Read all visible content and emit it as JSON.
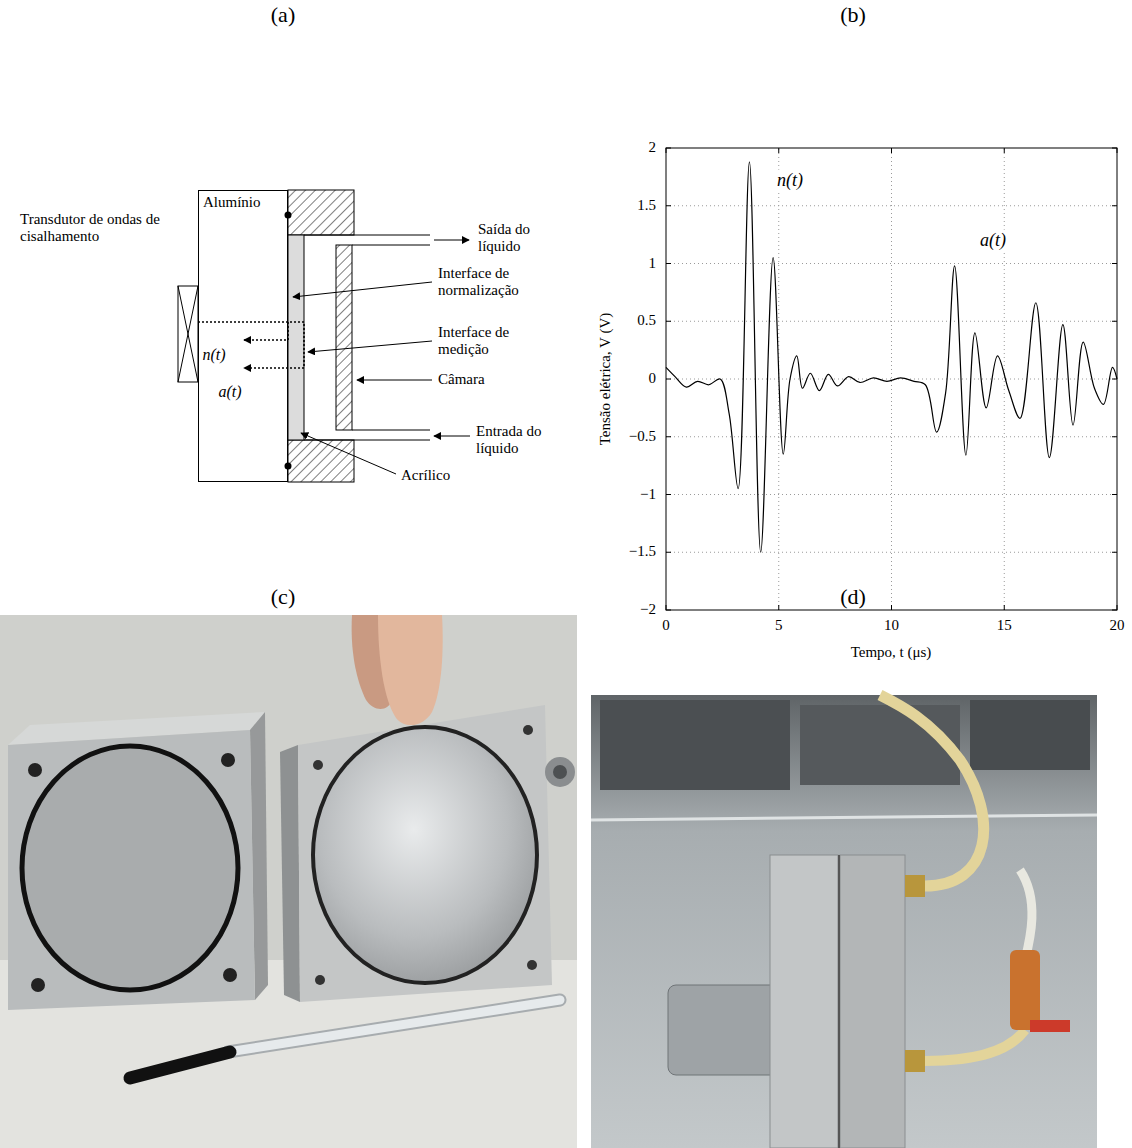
{
  "diagram": {
    "nodes": [
      {
        "text": [
          "Alumínio"
        ]
      }
    ],
    "labels": [
      "(a)",
      "(b)",
      "(c)",
      "(d)",
      "Transdutor de ondas de cisalhamento",
      "n(t)",
      "a(t)",
      "Saída do líquido",
      "Interface de normalização",
      "Interface de medição",
      "Câmara",
      "Entrada do líquido",
      "Acrílico",
      "2",
      "1.5",
      "1",
      "0.5",
      "0",
      "−0.5",
      "−1",
      "−1.5",
      "−2",
      "0",
      "5",
      "10",
      "15",
      "20",
      "Tensão elétrica, V (V)",
      "Tempo, t (μs)",
      "n(t)",
      "a(t)"
    ]
  }
}
